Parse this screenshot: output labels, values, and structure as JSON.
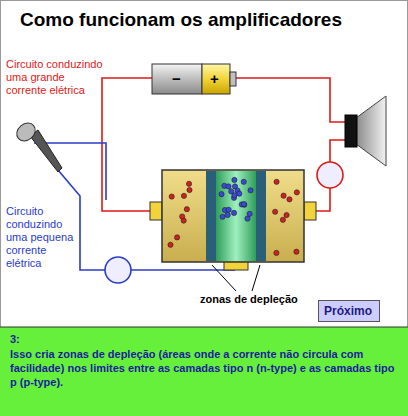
{
  "diagram": {
    "title": "Como funcionam os amplificadores",
    "nodes": [
      {
        "text": [
          "3:",
          "Isso cria zonas de depleção (áreas onde a corrente não circula com facilidade) nos limites entre as camadas tipo n (n-type) e as camadas tipo p (p-type)."
        ]
      },
      {
        "text": [
          "Próximo"
        ]
      }
    ],
    "labels": [
      "Circuito conduzindo uma grande corrente elétrica",
      "Circuito conduzindo uma pequena corrente elétrica",
      "zonas de depleção",
      "−",
      "+"
    ]
  }
}
